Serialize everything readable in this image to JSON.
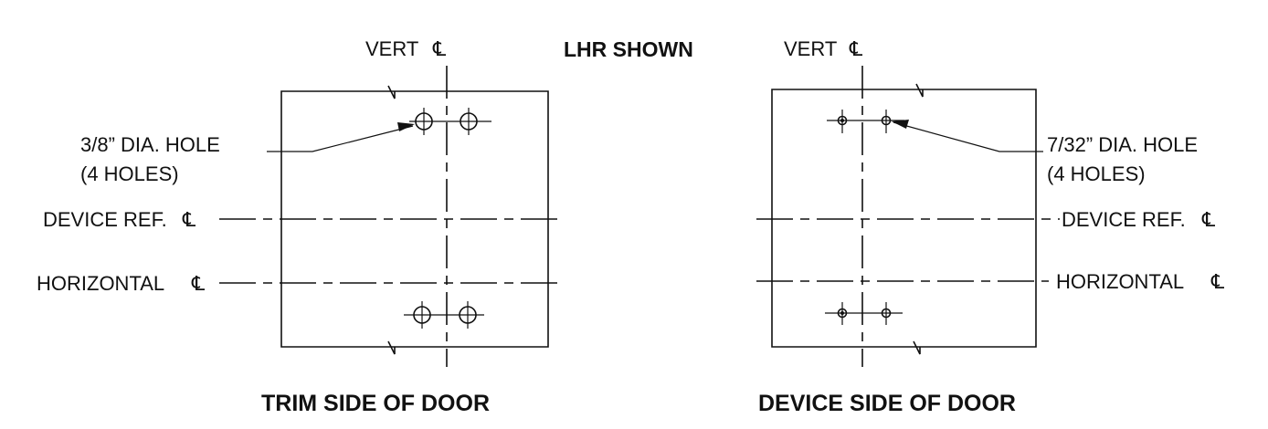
{
  "header": {
    "note": "LHR SHOWN"
  },
  "trim_side": {
    "title": "TRIM SIDE OF DOOR",
    "vert_label": "VERT",
    "hole_label_line1": "3/8” DIA. HOLE",
    "hole_label_line2": "(4 HOLES)",
    "device_ref_label": "DEVICE REF.",
    "horizontal_label": "HORIZONTAL"
  },
  "device_side": {
    "title": "DEVICE SIDE OF DOOR",
    "vert_label": "VERT",
    "hole_label_line1": "7/32” DIA. HOLE",
    "hole_label_line2": "(4 HOLES)",
    "device_ref_label": "DEVICE REF.",
    "horizontal_label": "HORIZONTAL"
  },
  "centerline_symbol": "℄"
}
